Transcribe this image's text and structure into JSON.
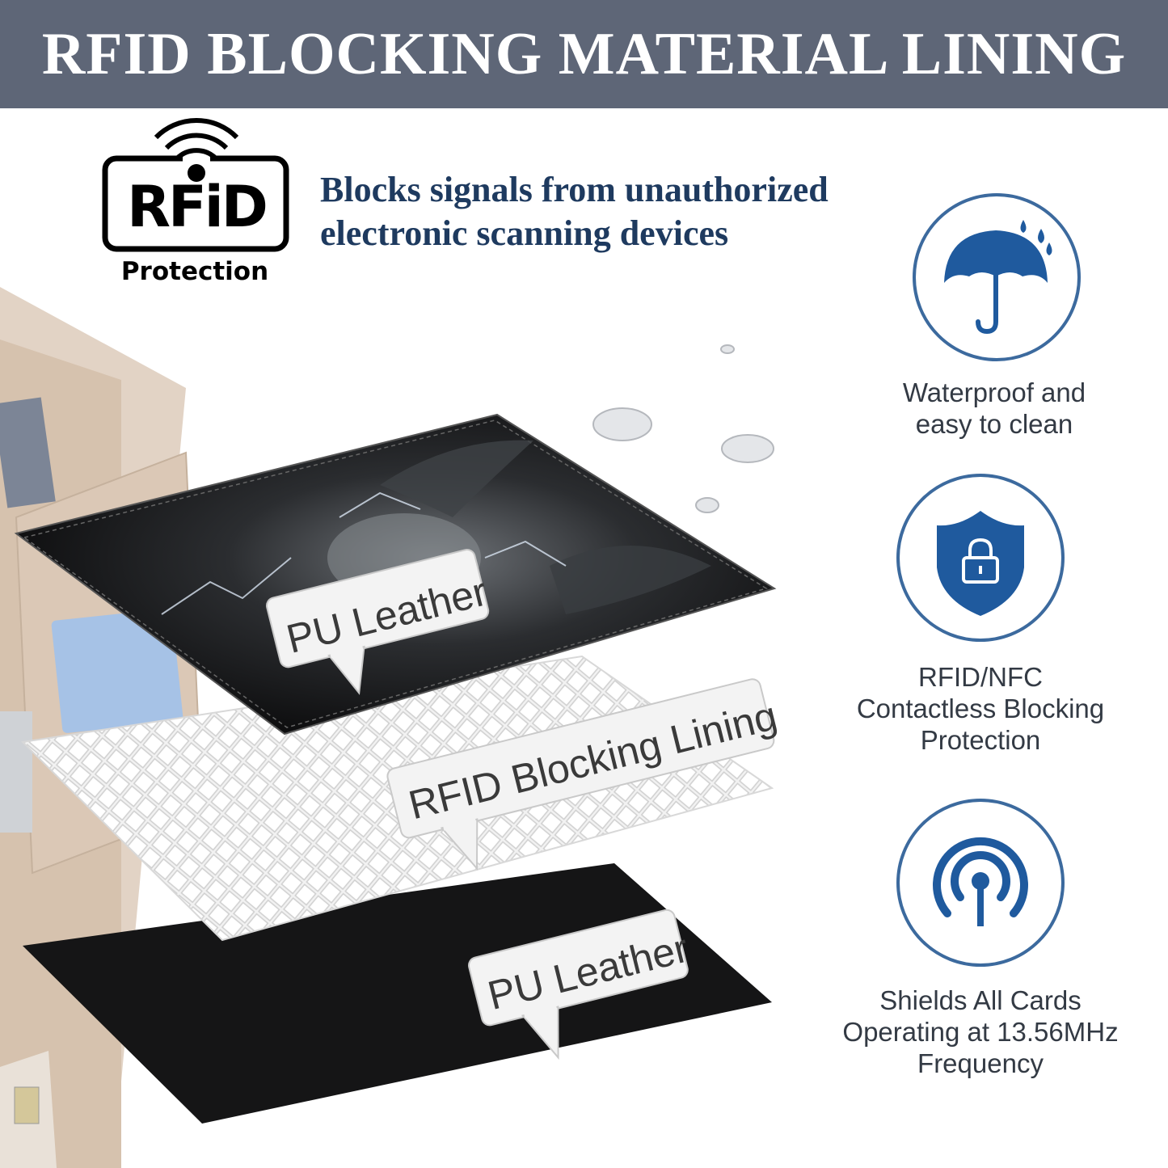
{
  "banner": {
    "title": "RFID BLOCKING MATERIAL LINING"
  },
  "badge": {
    "word": "RFiD",
    "subtitle": "Protection"
  },
  "tagline": {
    "line1": "Blocks signals from unauthorized",
    "line2": "electronic scanning devices"
  },
  "layers": {
    "top_label": "PU Leather",
    "middle_label": "RFID Blocking Lining",
    "bottom_label": "PU Leather"
  },
  "features": [
    {
      "icon": "umbrella-rain-icon",
      "lines": [
        "Waterproof and",
        "easy to clean"
      ]
    },
    {
      "icon": "shield-lock-icon",
      "lines": [
        "RFID/NFC",
        "Contactless Blocking",
        "Protection"
      ]
    },
    {
      "icon": "signal-antenna-icon",
      "lines": [
        "Shields All Cards",
        "Operating at 13.56MHz",
        "Frequency"
      ]
    }
  ],
  "colors": {
    "banner": "#5e6677",
    "accent_blue": "#1f5a9e",
    "tagline": "#1e3a5f",
    "wallet": "#d9c6b4"
  }
}
